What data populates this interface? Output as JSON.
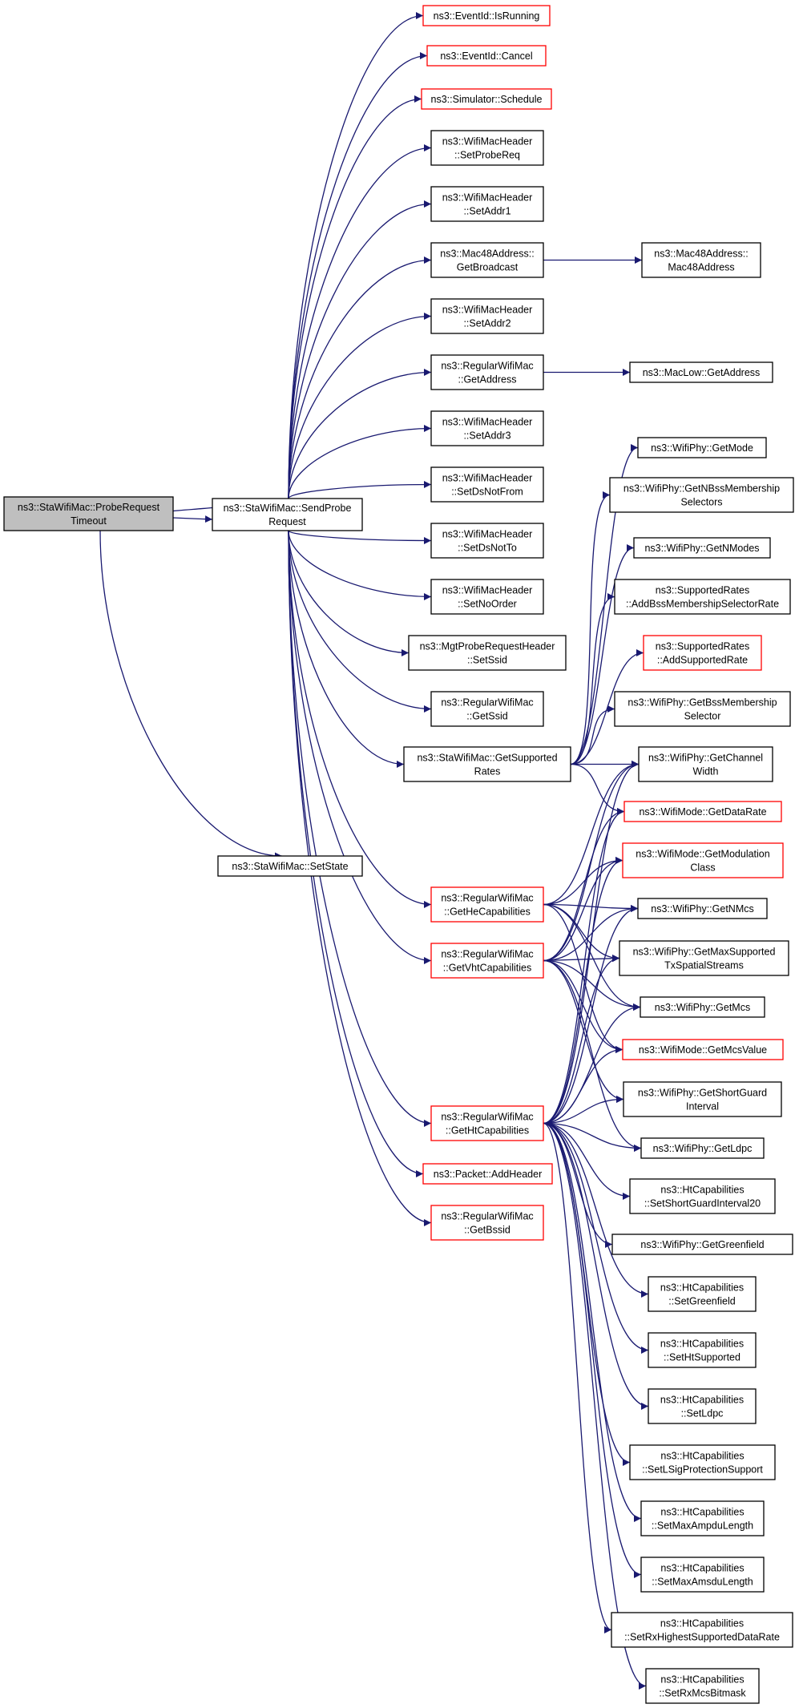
{
  "nodes": [
    {
      "id": "root",
      "lines": [
        "ns3::StaWifiMac::ProbeRequest",
        "Timeout"
      ],
      "style": "root"
    },
    {
      "id": "send",
      "lines": [
        "ns3::StaWifiMac::SendProbe",
        "Request"
      ],
      "style": "black"
    },
    {
      "id": "setstate",
      "lines": [
        "ns3::StaWifiMac::SetState"
      ],
      "style": "black"
    },
    {
      "id": "isrunning",
      "lines": [
        "ns3::EventId::IsRunning"
      ],
      "style": "red"
    },
    {
      "id": "cancel",
      "lines": [
        "ns3::EventId::Cancel"
      ],
      "style": "red"
    },
    {
      "id": "schedule",
      "lines": [
        "ns3::Simulator::Schedule"
      ],
      "style": "red"
    },
    {
      "id": "setprobereq",
      "lines": [
        "ns3::WifiMacHeader",
        "::SetProbeReq"
      ],
      "style": "black"
    },
    {
      "id": "setaddr1",
      "lines": [
        "ns3::WifiMacHeader",
        "::SetAddr1"
      ],
      "style": "black"
    },
    {
      "id": "getbroadcast",
      "lines": [
        "ns3::Mac48Address::",
        "GetBroadcast"
      ],
      "style": "black"
    },
    {
      "id": "mac48ctor",
      "lines": [
        "ns3::Mac48Address::",
        "Mac48Address"
      ],
      "style": "black"
    },
    {
      "id": "setaddr2",
      "lines": [
        "ns3::WifiMacHeader",
        "::SetAddr2"
      ],
      "style": "black"
    },
    {
      "id": "getaddress",
      "lines": [
        "ns3::RegularWifiMac",
        "::GetAddress"
      ],
      "style": "black"
    },
    {
      "id": "maclowgetaddr",
      "lines": [
        "ns3::MacLow::GetAddress"
      ],
      "style": "black"
    },
    {
      "id": "setaddr3",
      "lines": [
        "ns3::WifiMacHeader",
        "::SetAddr3"
      ],
      "style": "black"
    },
    {
      "id": "setdsnotfrom",
      "lines": [
        "ns3::WifiMacHeader",
        "::SetDsNotFrom"
      ],
      "style": "black"
    },
    {
      "id": "setdsnotto",
      "lines": [
        "ns3::WifiMacHeader",
        "::SetDsNotTo"
      ],
      "style": "black"
    },
    {
      "id": "setnoorder",
      "lines": [
        "ns3::WifiMacHeader",
        "::SetNoOrder"
      ],
      "style": "black"
    },
    {
      "id": "setssid",
      "lines": [
        "ns3::MgtProbeRequestHeader",
        "::SetSsid"
      ],
      "style": "black"
    },
    {
      "id": "getssid",
      "lines": [
        "ns3::RegularWifiMac",
        "::GetSsid"
      ],
      "style": "black"
    },
    {
      "id": "getsupported",
      "lines": [
        "ns3::StaWifiMac::GetSupported",
        "Rates"
      ],
      "style": "black"
    },
    {
      "id": "gethe",
      "lines": [
        "ns3::RegularWifiMac",
        "::GetHeCapabilities"
      ],
      "style": "red"
    },
    {
      "id": "getvht",
      "lines": [
        "ns3::RegularWifiMac",
        "::GetVhtCapabilities"
      ],
      "style": "red"
    },
    {
      "id": "getht",
      "lines": [
        "ns3::RegularWifiMac",
        "::GetHtCapabilities"
      ],
      "style": "red"
    },
    {
      "id": "addheader",
      "lines": [
        "ns3::Packet::AddHeader"
      ],
      "style": "red"
    },
    {
      "id": "getbssid",
      "lines": [
        "ns3::RegularWifiMac",
        "::GetBssid"
      ],
      "style": "red"
    },
    {
      "id": "getmode",
      "lines": [
        "ns3::WifiPhy::GetMode"
      ],
      "style": "black"
    },
    {
      "id": "getnbss",
      "lines": [
        "ns3::WifiPhy::GetNBssMembership",
        "Selectors"
      ],
      "style": "black"
    },
    {
      "id": "getnmodes",
      "lines": [
        "ns3::WifiPhy::GetNModes"
      ],
      "style": "black"
    },
    {
      "id": "addbss",
      "lines": [
        "ns3::SupportedRates",
        "::AddBssMembershipSelectorRate"
      ],
      "style": "black"
    },
    {
      "id": "addsupported",
      "lines": [
        "ns3::SupportedRates",
        "::AddSupportedRate"
      ],
      "style": "red"
    },
    {
      "id": "getbssmember",
      "lines": [
        "ns3::WifiPhy::GetBssMembership",
        "Selector"
      ],
      "style": "black"
    },
    {
      "id": "getchannelwidth",
      "lines": [
        "ns3::WifiPhy::GetChannel",
        "Width"
      ],
      "style": "black"
    },
    {
      "id": "getdatarate",
      "lines": [
        "ns3::WifiMode::GetDataRate"
      ],
      "style": "red"
    },
    {
      "id": "getmodclass",
      "lines": [
        "ns3::WifiMode::GetModulation",
        "Class"
      ],
      "style": "red"
    },
    {
      "id": "getnmcs",
      "lines": [
        "ns3::WifiPhy::GetNMcs"
      ],
      "style": "black"
    },
    {
      "id": "getmaxss",
      "lines": [
        "ns3::WifiPhy::GetMaxSupported",
        "TxSpatialStreams"
      ],
      "style": "black"
    },
    {
      "id": "getmcs",
      "lines": [
        "ns3::WifiPhy::GetMcs"
      ],
      "style": "black"
    },
    {
      "id": "getmcsvalue",
      "lines": [
        "ns3::WifiMode::GetMcsValue"
      ],
      "style": "red"
    },
    {
      "id": "getsgi",
      "lines": [
        "ns3::WifiPhy::GetShortGuard",
        "Interval"
      ],
      "style": "black"
    },
    {
      "id": "getldpc",
      "lines": [
        "ns3::WifiPhy::GetLdpc"
      ],
      "style": "black"
    },
    {
      "id": "setsgi20",
      "lines": [
        "ns3::HtCapabilities",
        "::SetShortGuardInterval20"
      ],
      "style": "black"
    },
    {
      "id": "getgreenfield",
      "lines": [
        "ns3::WifiPhy::GetGreenfield"
      ],
      "style": "black"
    },
    {
      "id": "setgreenfield",
      "lines": [
        "ns3::HtCapabilities",
        "::SetGreenfield"
      ],
      "style": "black"
    },
    {
      "id": "sethtsupported",
      "lines": [
        "ns3::HtCapabilities",
        "::SetHtSupported"
      ],
      "style": "black"
    },
    {
      "id": "setldpc",
      "lines": [
        "ns3::HtCapabilities",
        "::SetLdpc"
      ],
      "style": "black"
    },
    {
      "id": "setlsig",
      "lines": [
        "ns3::HtCapabilities",
        "::SetLSigProtectionSupport"
      ],
      "style": "black"
    },
    {
      "id": "setmaxampdu",
      "lines": [
        "ns3::HtCapabilities",
        "::SetMaxAmpduLength"
      ],
      "style": "black"
    },
    {
      "id": "setmaxamsdu",
      "lines": [
        "ns3::HtCapabilities",
        "::SetMaxAmsduLength"
      ],
      "style": "black"
    },
    {
      "id": "setrxhighest",
      "lines": [
        "ns3::HtCapabilities",
        "::SetRxHighestSupportedDataRate"
      ],
      "style": "black"
    },
    {
      "id": "setrxmcs",
      "lines": [
        "ns3::HtCapabilities",
        "::SetRxMcsBitmask"
      ],
      "style": "black"
    }
  ],
  "edges": [
    [
      "root",
      "send"
    ],
    [
      "send",
      "root"
    ],
    [
      "root",
      "setstate"
    ],
    [
      "send",
      "isrunning"
    ],
    [
      "send",
      "cancel"
    ],
    [
      "send",
      "schedule"
    ],
    [
      "send",
      "setprobereq"
    ],
    [
      "send",
      "setaddr1"
    ],
    [
      "send",
      "getbroadcast"
    ],
    [
      "getbroadcast",
      "mac48ctor"
    ],
    [
      "send",
      "setaddr2"
    ],
    [
      "send",
      "getaddress"
    ],
    [
      "getaddress",
      "maclowgetaddr"
    ],
    [
      "send",
      "setaddr3"
    ],
    [
      "send",
      "setdsnotfrom"
    ],
    [
      "send",
      "setdsnotto"
    ],
    [
      "send",
      "setnoorder"
    ],
    [
      "send",
      "setssid"
    ],
    [
      "send",
      "getssid"
    ],
    [
      "send",
      "getsupported"
    ],
    [
      "send",
      "gethe"
    ],
    [
      "send",
      "getvht"
    ],
    [
      "send",
      "getht"
    ],
    [
      "send",
      "addheader"
    ],
    [
      "send",
      "getbssid"
    ],
    [
      "getsupported",
      "getmode"
    ],
    [
      "getsupported",
      "getnbss"
    ],
    [
      "getsupported",
      "getnmodes"
    ],
    [
      "getsupported",
      "addbss"
    ],
    [
      "getsupported",
      "addsupported"
    ],
    [
      "getsupported",
      "getbssmember"
    ],
    [
      "getsupported",
      "getchannelwidth"
    ],
    [
      "getsupported",
      "getdatarate"
    ],
    [
      "gethe",
      "getchannelwidth"
    ],
    [
      "gethe",
      "getmodclass"
    ],
    [
      "gethe",
      "getnmcs"
    ],
    [
      "gethe",
      "getmaxss"
    ],
    [
      "gethe",
      "getmcs"
    ],
    [
      "gethe",
      "getmcsvalue"
    ],
    [
      "getvht",
      "getchannelwidth"
    ],
    [
      "getvht",
      "getdatarate"
    ],
    [
      "getvht",
      "getmodclass"
    ],
    [
      "getvht",
      "getnmcs"
    ],
    [
      "getvht",
      "getmaxss"
    ],
    [
      "getvht",
      "getmcs"
    ],
    [
      "getvht",
      "getmcsvalue"
    ],
    [
      "getvht",
      "getsgi"
    ],
    [
      "getvht",
      "getldpc"
    ],
    [
      "getht",
      "getchannelwidth"
    ],
    [
      "getht",
      "getdatarate"
    ],
    [
      "getht",
      "getmodclass"
    ],
    [
      "getht",
      "getnmcs"
    ],
    [
      "getht",
      "getmaxss"
    ],
    [
      "getht",
      "getmcs"
    ],
    [
      "getht",
      "getmcsvalue"
    ],
    [
      "getht",
      "getsgi"
    ],
    [
      "getht",
      "getldpc"
    ],
    [
      "getht",
      "setsgi20"
    ],
    [
      "getht",
      "getgreenfield"
    ],
    [
      "getht",
      "setgreenfield"
    ],
    [
      "getht",
      "sethtsupported"
    ],
    [
      "getht",
      "setldpc"
    ],
    [
      "getht",
      "setlsig"
    ],
    [
      "getht",
      "setmaxampdu"
    ],
    [
      "getht",
      "setmaxamsdu"
    ],
    [
      "getht",
      "setrxhighest"
    ],
    [
      "getht",
      "setrxmcs"
    ]
  ]
}
